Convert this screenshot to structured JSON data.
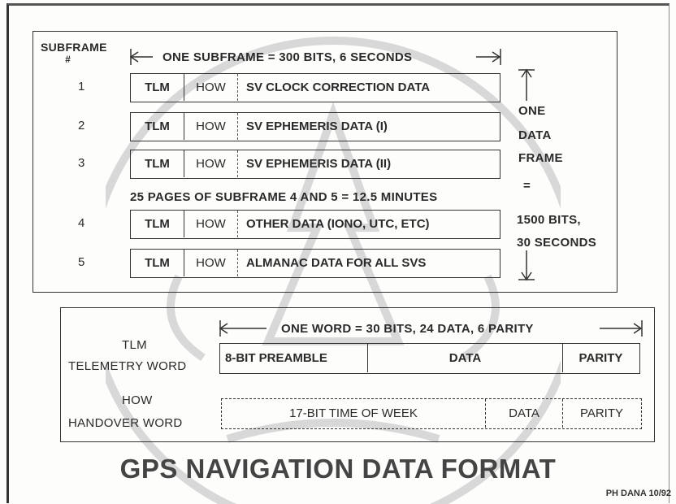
{
  "subframe_header": {
    "label": "SUBFRAME",
    "hash": "#",
    "span_label": "ONE SUBFRAME = 300 BITS, 6 SECONDS"
  },
  "subframes": [
    {
      "num": "1",
      "tlm": "TLM",
      "how": "HOW",
      "data": "SV CLOCK CORRECTION DATA"
    },
    {
      "num": "2",
      "tlm": "TLM",
      "how": "HOW",
      "data": "SV EPHEMERIS DATA (I)"
    },
    {
      "num": "3",
      "tlm": "TLM",
      "how": "HOW",
      "data": "SV EPHEMERIS DATA (II)"
    },
    {
      "num": "4",
      "tlm": "TLM",
      "how": "HOW",
      "data": "OTHER DATA (IONO, UTC, ETC)"
    },
    {
      "num": "5",
      "tlm": "TLM",
      "how": "HOW",
      "data": "ALMANAC DATA FOR ALL SVS"
    }
  ],
  "pages_note": "25 PAGES OF SUBFRAME 4 AND 5 = 12.5 MINUTES",
  "data_frame": {
    "line1": "ONE",
    "line2": "DATA",
    "line3": "FRAME",
    "eq": "=",
    "line4": "1500 BITS,",
    "line5": "30 SECONDS"
  },
  "word_header": "ONE WORD = 30 BITS, 24 DATA, 6 PARITY",
  "tlm_word": {
    "abbr": "TLM",
    "name": "TELEMETRY WORD",
    "preamble": "8-BIT PREAMBLE",
    "data": "DATA",
    "parity": "PARITY"
  },
  "how_word": {
    "abbr": "HOW",
    "name": "HANDOVER WORD",
    "tow": "17-BIT TIME OF WEEK",
    "data": "DATA",
    "parity": "PARITY"
  },
  "title": "GPS NAVIGATION DATA FORMAT",
  "credit": "PH DANA 10/92"
}
